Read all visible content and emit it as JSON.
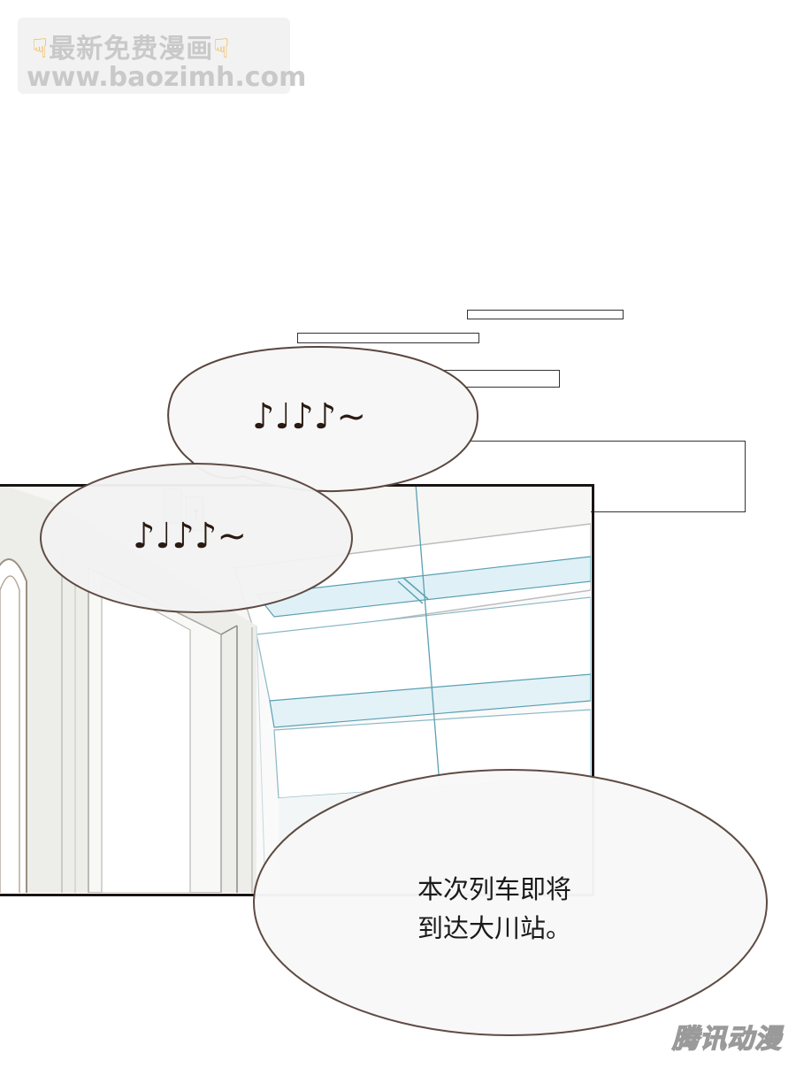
{
  "watermark": {
    "line1": "最新免费漫画",
    "line2": "www.baozimh.com",
    "hand_icon": "pointing-down-hand"
  },
  "bubbles": {
    "music_top": "♪♩♪♪~",
    "music_left": "♪♩♪♪~",
    "announcement": "本次列车即将\n到达大川站。"
  },
  "logo": {
    "text": "腾讯动漫"
  }
}
